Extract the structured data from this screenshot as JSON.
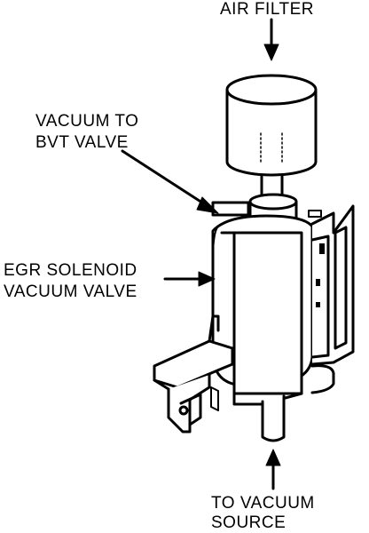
{
  "labels": {
    "air_filter": "AIR FILTER",
    "vacuum_bvt_line1": "VACUUM TO",
    "vacuum_bvt_line2": "BVT VALVE",
    "egr_line1": "EGR SOLENOID",
    "egr_line2": "VACUUM VALVE",
    "vacuum_source_line1": "TO VACUUM",
    "vacuum_source_line2": "SOURCE"
  },
  "colors": {
    "ink": "#000000",
    "paper": "#ffffff"
  }
}
